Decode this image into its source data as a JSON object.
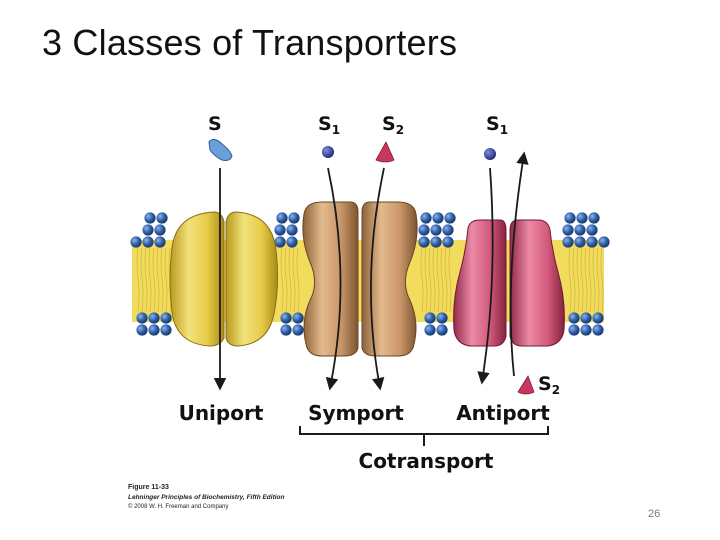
{
  "slide": {
    "title": "3 Classes of Transporters",
    "page_number": "26"
  },
  "diagram": {
    "substrates": {
      "uniport": "S",
      "symport_1": "S",
      "symport_1_sub": "1",
      "symport_2": "S",
      "symport_2_sub": "2",
      "antiport_1": "S",
      "antiport_1_sub": "1",
      "antiport_2": "S",
      "antiport_2_sub": "2"
    },
    "transporter_labels": {
      "uniport": "Uniport",
      "symport": "Symport",
      "antiport": "Antiport",
      "group": "Cotransport"
    },
    "colors": {
      "lipid_head": "#2f5fa6",
      "lipid_tail": "#f2dc5e",
      "uniport_protein": "#e9d253",
      "symport_protein": "#c99a6b",
      "antiport_protein": "#d45a7c",
      "substrate_1": "#24338f",
      "substrate_2": "#c8385e",
      "substrate_uniport": "#6a9fd8"
    }
  },
  "caption": {
    "figure": "Figure 11-33",
    "book": "Lehninger Principles of Biochemistry, Fifth Edition",
    "copyright": "© 2008 W. H. Freeman and Company"
  }
}
